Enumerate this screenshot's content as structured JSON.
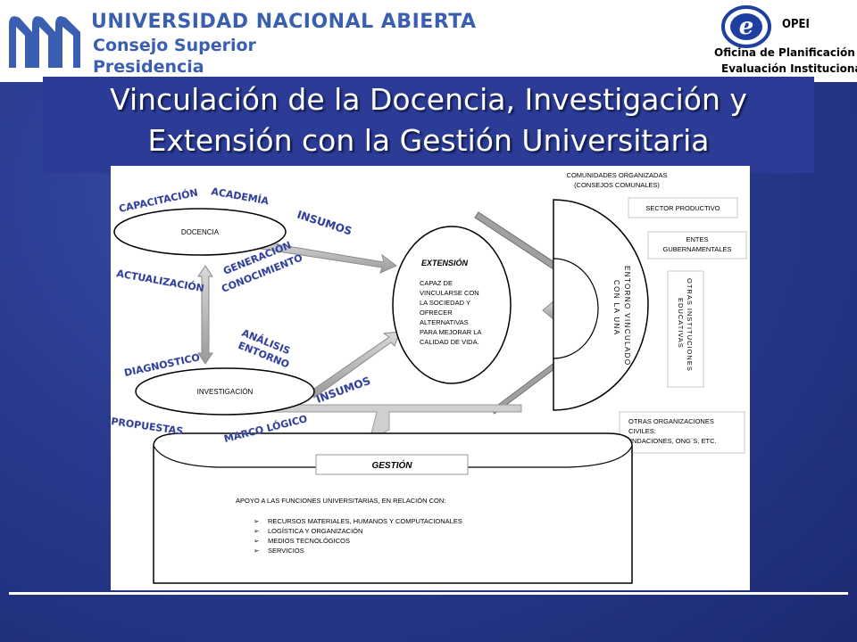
{
  "header": {
    "university_name": "UNIVERSIDAD NACIONAL ABIERTA",
    "council": "Consejo Superior",
    "presidency": "Presidencia",
    "opei_acronym": "OPEI",
    "opei_name_line1": "Oficina de Planificación y",
    "opei_name_line2": "Evaluación Institucional"
  },
  "slide": {
    "title_line1": "Vinculación de la Docencia, Investigación y",
    "title_line2": "Extensión con la Gestión Universitaria"
  },
  "diagram": {
    "docencia": "DOCENCIA",
    "investigacion": "INVESTIGACIÓN",
    "extension_title": "EXTENSIÓN",
    "extension_text": [
      "CAPAZ DE",
      "VINCULARSE CON",
      "LA SOCIEDAD Y",
      "OFRECER",
      "ALTERNATIVAS",
      "PARA MEJORAR LA",
      "CALIDAD DE VIDA."
    ],
    "labels": {
      "capacitacion": "CAPACITACIÓN",
      "academia": "ACADEMÍA",
      "actualizacion": "ACTUALIZACIÓN",
      "generacion_1": "GENERACIÓN",
      "generacion_2": "CONOCIMIENTO",
      "insumos_top": "INSUMOS",
      "diagnostico": "DIAGNOSTICO",
      "analisis_1": "ANÁLISIS",
      "analisis_2": "ENTORNO",
      "insumos_bottom": "INSUMOS",
      "propuestas": "PROPUESTAS",
      "marco_logico": "MARCO LÓGICO"
    },
    "entorno_text_1": "ENTORNO VINCULADO",
    "entorno_text_2": "CON LA UNA",
    "stakeholders": {
      "comunidades_1": "COMUNIDADES ORGANIZADAS",
      "comunidades_2": "(CONSEJOS COMUNALES)",
      "sector_productivo": "SECTOR PRODUCTIVO",
      "entes_1": "ENTES",
      "entes_2": "GUBERNAMENTALES",
      "otras_inst_1": "OTRAS INSTITUCIONES",
      "otras_inst_2": "EDUCATIVAS",
      "otras_org_1": "OTRAS ORGANIZACIONES",
      "otras_org_2": "CIVILES:",
      "otras_org_3": "FUNDACIONES, ONG´S, ETC."
    },
    "gestion_title": "GESTIÓN",
    "gestion_intro": "APOYO A LAS FUNCIONES UNIVERSITARIAS, EN RELACIÓN CON:",
    "gestion_items": [
      "RECURSOS MATERIALES, HUMANOS Y COMPUTACIONALES",
      "LOGÍSTICA Y ORGANIZACIÓN",
      "MEDIOS TECNOLÓGICOS",
      "SERVICIOS"
    ]
  },
  "colors": {
    "background": "#2a3b8f",
    "title_box": "#2c3c96",
    "accent_label": "#2c3c96",
    "una_blue": "#3a5fb0",
    "arrow_gray": "#b8b8b8"
  }
}
